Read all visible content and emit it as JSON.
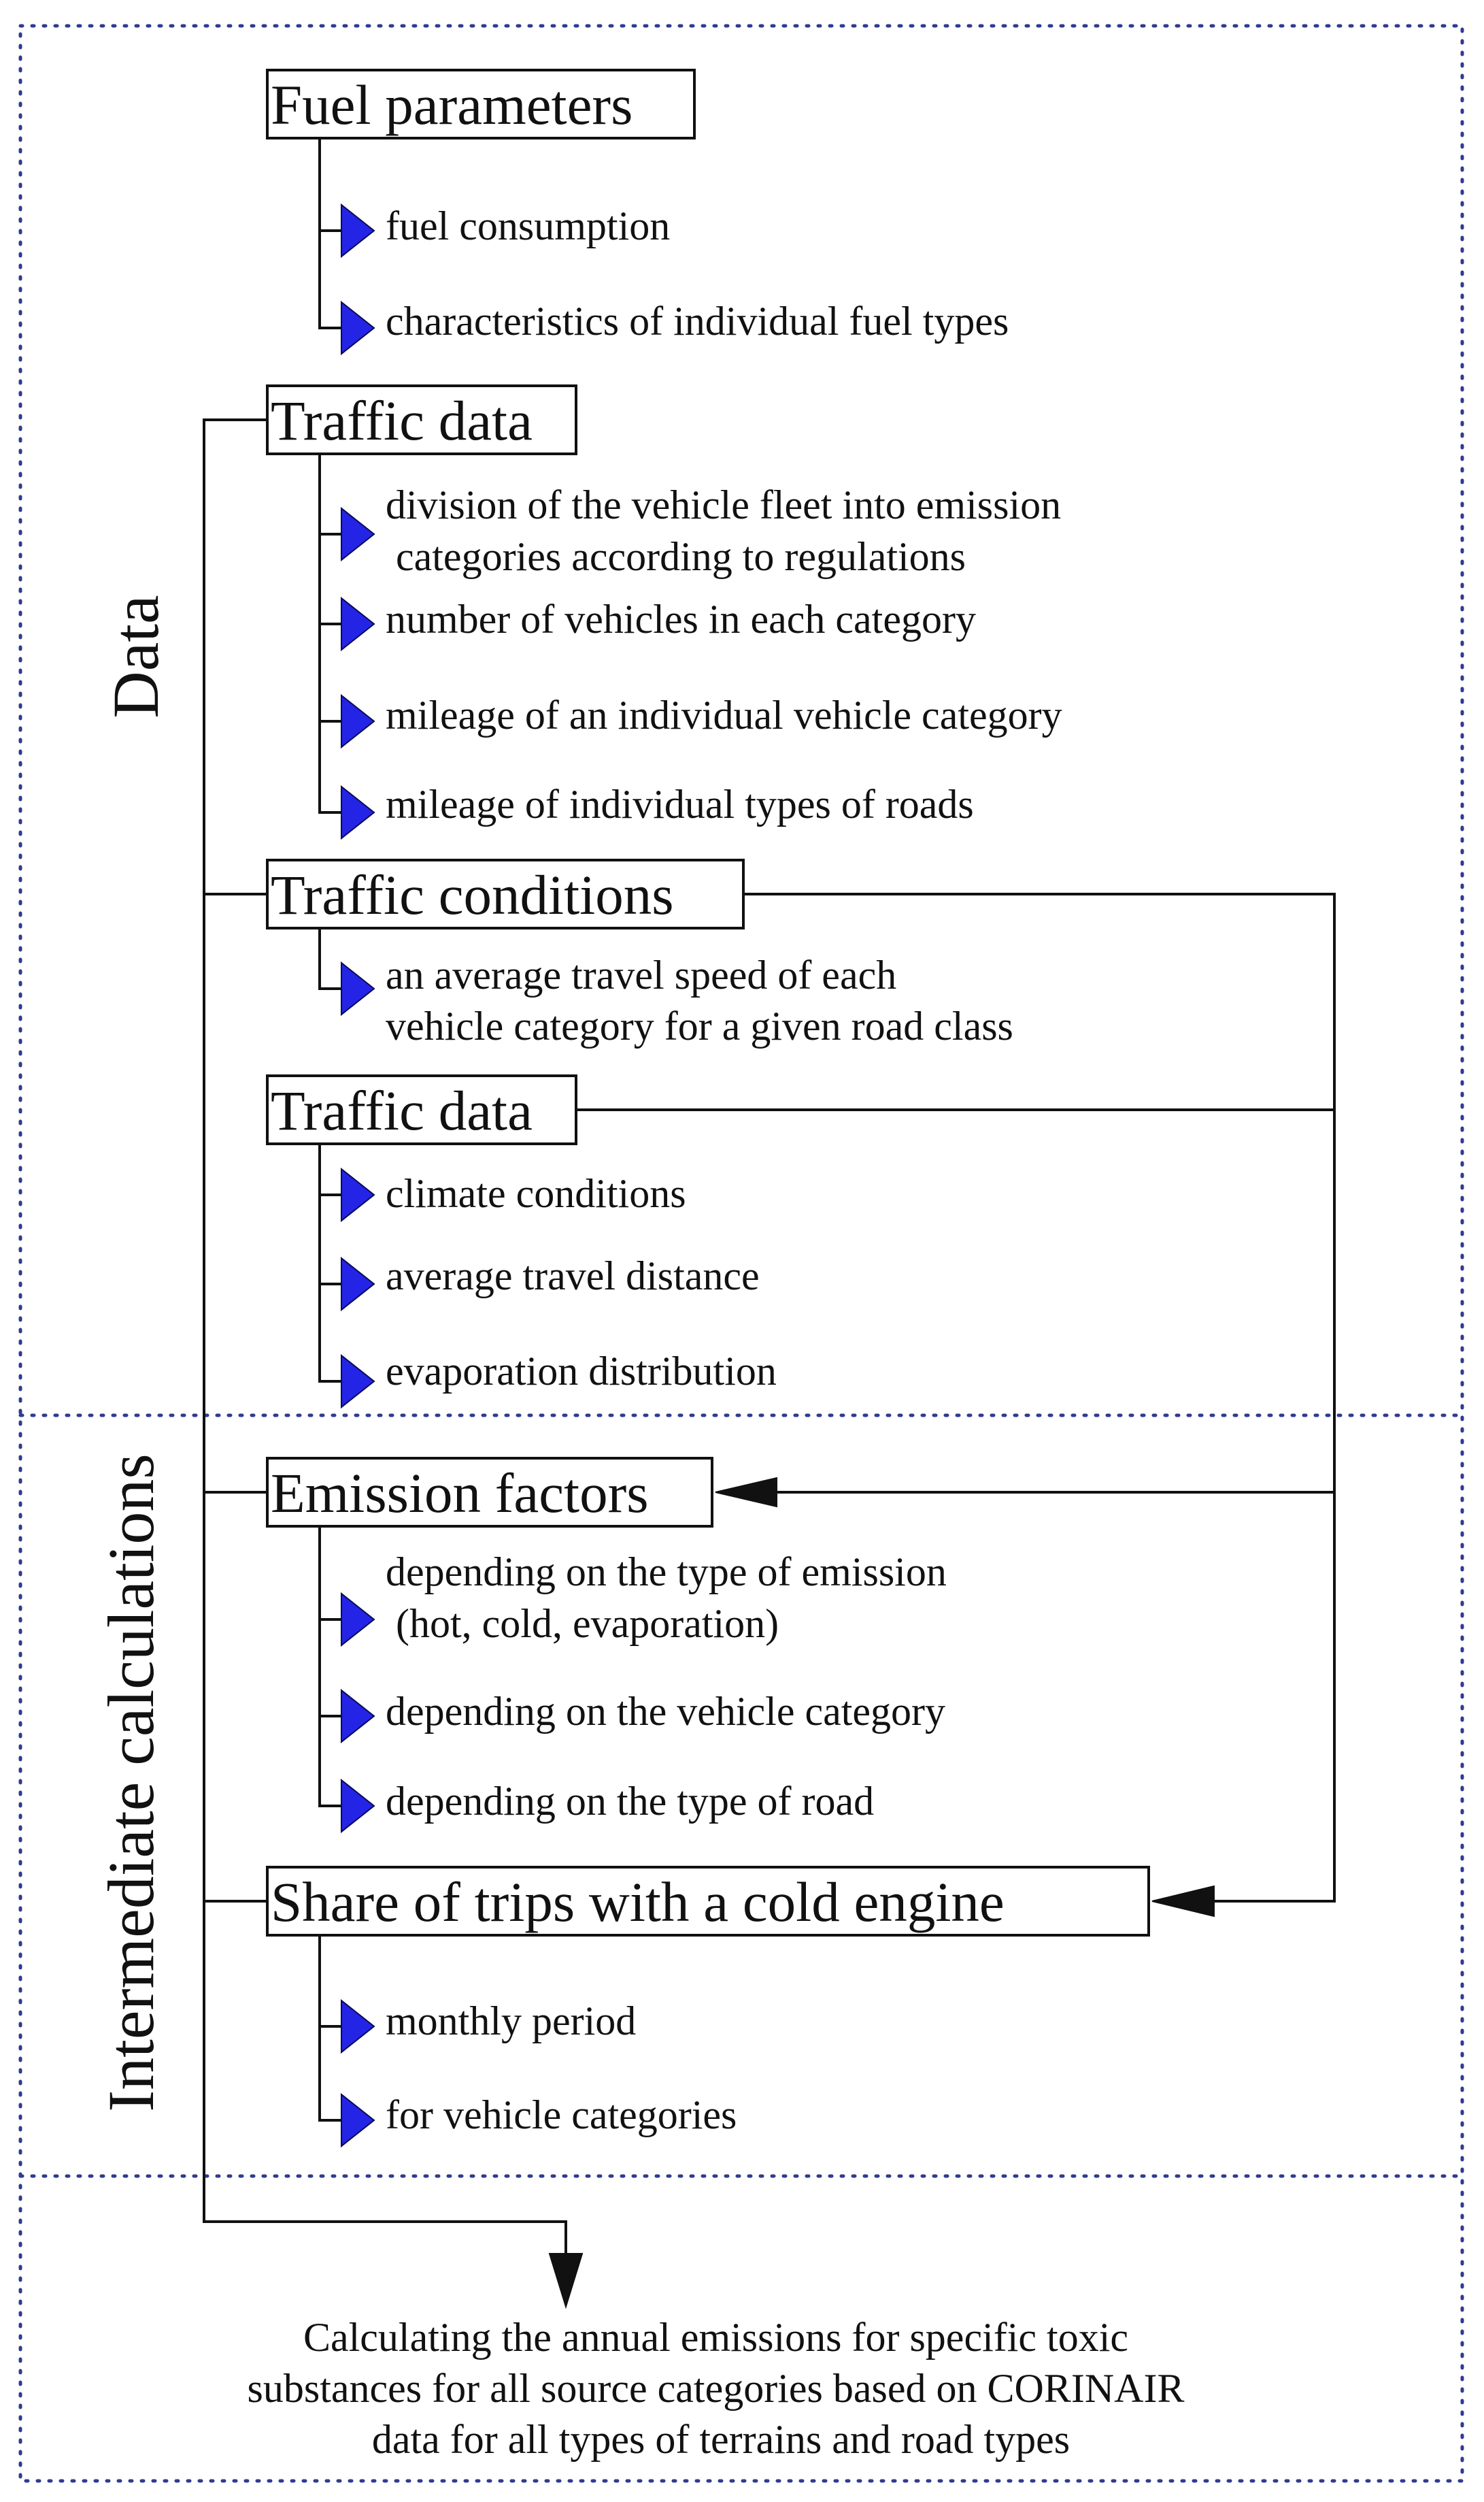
{
  "side_labels": {
    "data": "Data",
    "intermediate": "Intermediate calculations"
  },
  "groups": {
    "fuel": {
      "title": "Fuel parameters",
      "items": [
        "fuel consumption",
        "characteristics of individual fuel types"
      ]
    },
    "traffic": {
      "title": "Traffic data",
      "items": [
        [
          "division of the vehicle fleet into emission",
          " categories according to regulations"
        ],
        "number of vehicles in each category",
        "mileage of an individual vehicle category",
        "mileage of individual types of roads"
      ]
    },
    "conditions": {
      "title": "Traffic conditions",
      "items": [
        [
          "an average travel speed of each",
          "vehicle category for a given road class"
        ]
      ]
    },
    "traffic2": {
      "title": "Traffic data",
      "items": [
        "climate conditions",
        "average travel distance",
        "evaporation distribution"
      ]
    },
    "emission": {
      "title": "Emission factors",
      "items": [
        [
          "depending on the type of emission",
          " (hot, cold, evaporation)"
        ],
        "depending on the vehicle category",
        "depending on the type of road"
      ]
    },
    "cold": {
      "title": "Share of trips with a cold engine",
      "items": [
        "monthly period",
        "for vehicle categories"
      ]
    }
  },
  "result": {
    "lines": [
      "Calculating the annual emissions for specific toxic",
      "substances for all source categories based on CORINAIR",
      "data for all types of terrains and road types"
    ]
  },
  "colors": {
    "arrow_fill": "#2424e6",
    "line": "#111111",
    "dotted_border": "#2f3b8f"
  }
}
